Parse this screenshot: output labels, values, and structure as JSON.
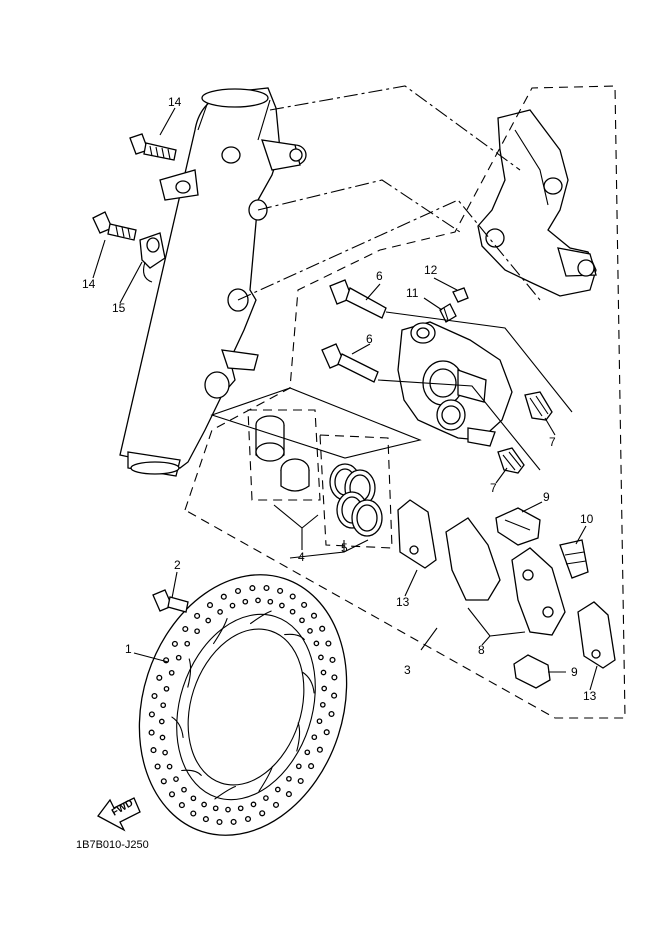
{
  "diagram": {
    "drawing_code": "1B7B010-J250",
    "fwd_label": "FWD",
    "callouts": {
      "disc": "1",
      "disc_bolt": "2",
      "caliper_assy": "3",
      "piston": "4",
      "seal_kit": "5",
      "pin_upper": "6",
      "pin_lower": "6",
      "boot_right": "7",
      "boot_left": "7",
      "pad_kit": "8",
      "spring_upper": "9",
      "spring_lower": "9",
      "clip": "10",
      "bleed_screw": "11",
      "bleed_cap": "12",
      "pad_left": "13",
      "pad_right": "13",
      "bolt_upper": "14",
      "bolt_lower": "14",
      "hose_guide": "15"
    }
  }
}
